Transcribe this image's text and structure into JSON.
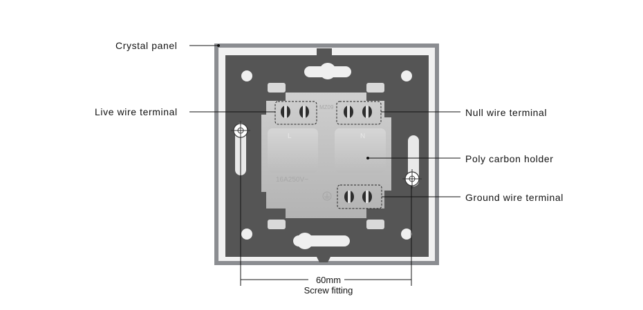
{
  "labels": {
    "crystal_panel": "Crystal panel",
    "live_wire_terminal": "Live wire terminal",
    "null_wire_terminal": "Null wire terminal",
    "poly_carbon_holder": "Poly carbon holder",
    "ground_wire_terminal": "Ground wire terminal"
  },
  "dimension": {
    "value": "60mm",
    "caption": "Screw fitting"
  },
  "module_marks": {
    "live": "L",
    "neutral": "N",
    "rating": "16A250V~",
    "code": "MZ09"
  },
  "colors": {
    "frame": "#8a8c90",
    "back_plate": "#545454",
    "module": "#bdbdbd",
    "line": "#111111"
  }
}
